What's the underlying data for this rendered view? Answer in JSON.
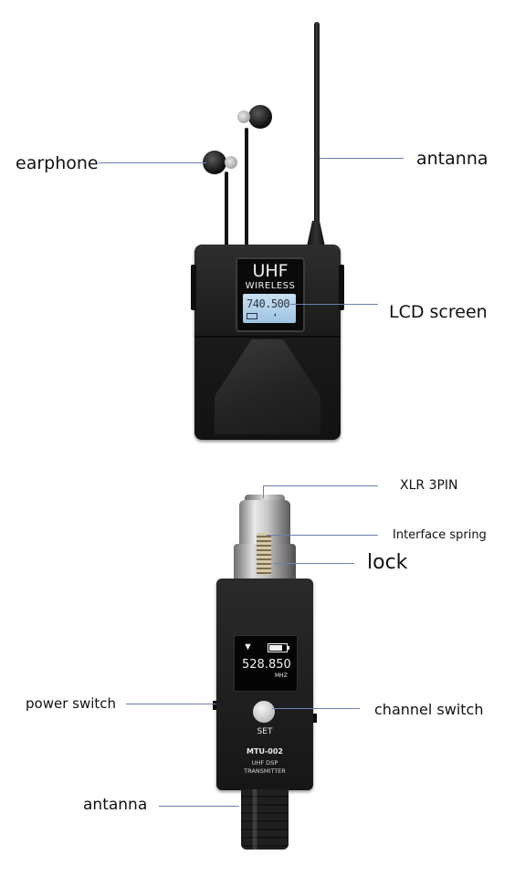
{
  "labels": {
    "earphone": "earphone",
    "antanna_top": "antanna",
    "lcd_screen": "LCD screen",
    "xlr_3pin": "XLR 3PIN",
    "interface_spring": "Interface spring",
    "lock": "lock",
    "power_switch": "power switch",
    "channel_switch": "channel switch",
    "antanna_bottom": "antanna"
  },
  "receiver": {
    "brand_line1": "UHF",
    "brand_line2": "WIRELESS",
    "lcd_frequency": "740.500"
  },
  "transmitter": {
    "oled_frequency": "528.850",
    "oled_unit": "MHZ",
    "set_label": "SET",
    "model": "MTU-002",
    "model_line2": "UHF DSP",
    "model_line3": "TRANSMITTER",
    "battery_level": 0.75
  },
  "colors": {
    "leader_line": "#6b7fb0",
    "device_body": "#1e1e1e",
    "lcd_backlight": "#b7d4ec"
  }
}
